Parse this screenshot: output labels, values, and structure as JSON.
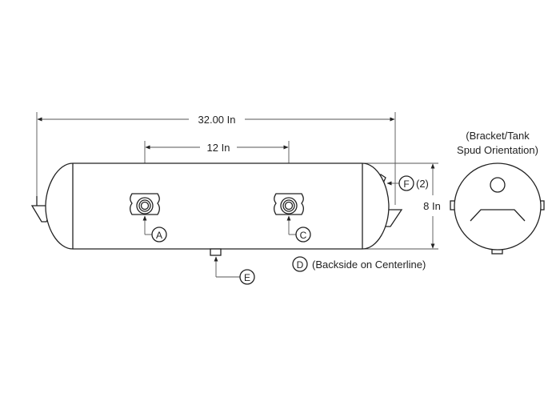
{
  "dimensions": {
    "overall_length": "32.00 In",
    "spud_spacing": "12 In",
    "diameter": "8 In"
  },
  "callouts": {
    "a": "A",
    "c": "C",
    "d": "D",
    "d_note": "(Backside on Centerline)",
    "e": "E",
    "f": "F",
    "f_qty": "(2)"
  },
  "end_view": {
    "title_line1": "(Bracket/Tank",
    "title_line2": "Spud Orientation)"
  }
}
